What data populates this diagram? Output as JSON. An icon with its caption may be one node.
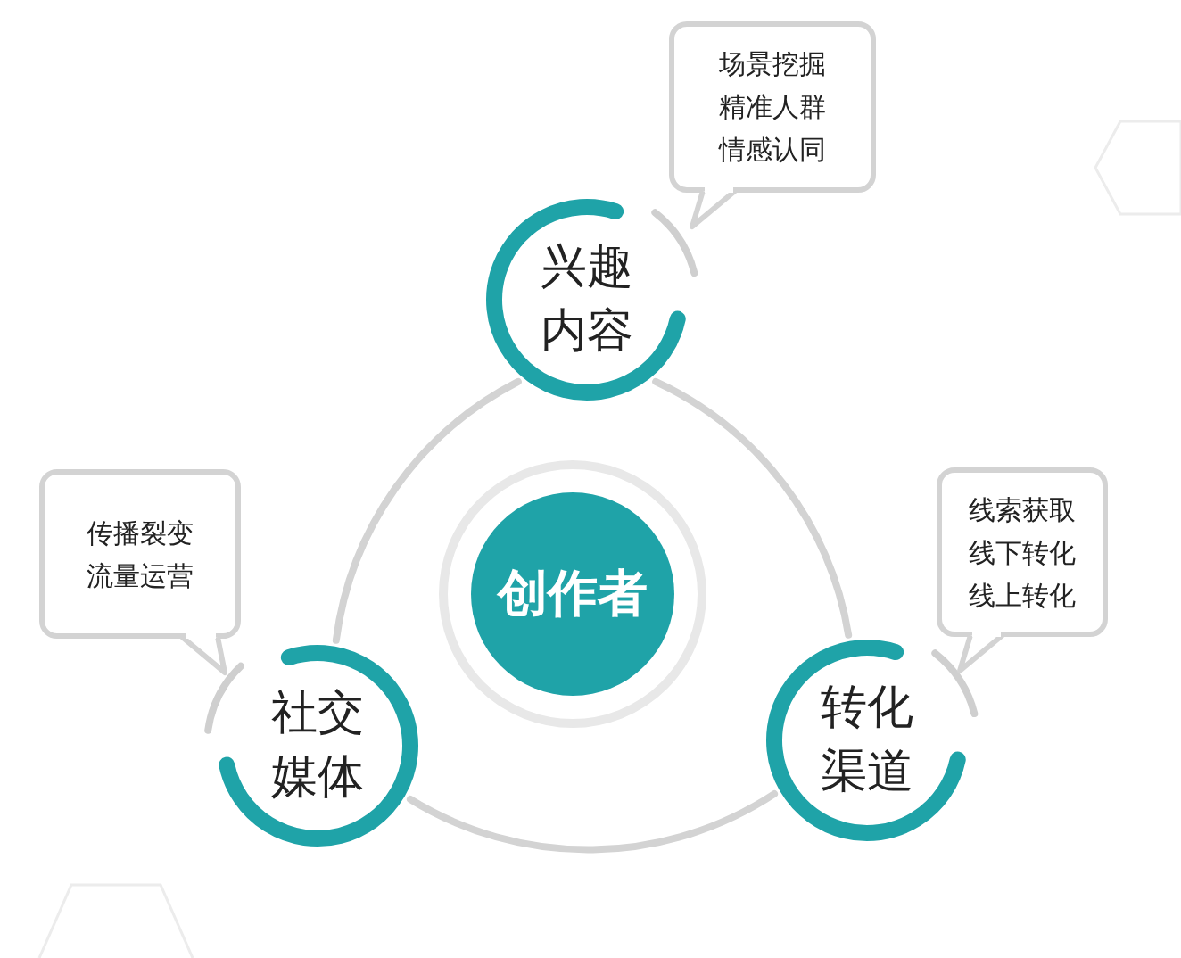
{
  "diagram": {
    "nodes": [
      {
        "text": [
          "创作者"
        ]
      },
      {
        "text": [
          "兴趣内容"
        ]
      },
      {
        "text": [
          "场景挖掘",
          "精准人群",
          "情感认同"
        ]
      },
      {
        "text": [
          "转化渠道"
        ]
      },
      {
        "text": [
          "线索获取",
          "线下转化",
          "线上转化"
        ]
      },
      {
        "text": [
          "社交媒体"
        ]
      },
      {
        "text": [
          "传播裂变",
          "流量运营"
        ]
      }
    ],
    "edges": [
      {
        "from": 1,
        "to": 3,
        "arrow": "none"
      },
      {
        "from": 5,
        "to": 3,
        "arrow": "none"
      },
      {
        "from": 1,
        "to": 5,
        "arrow": "none"
      }
    ]
  }
}
